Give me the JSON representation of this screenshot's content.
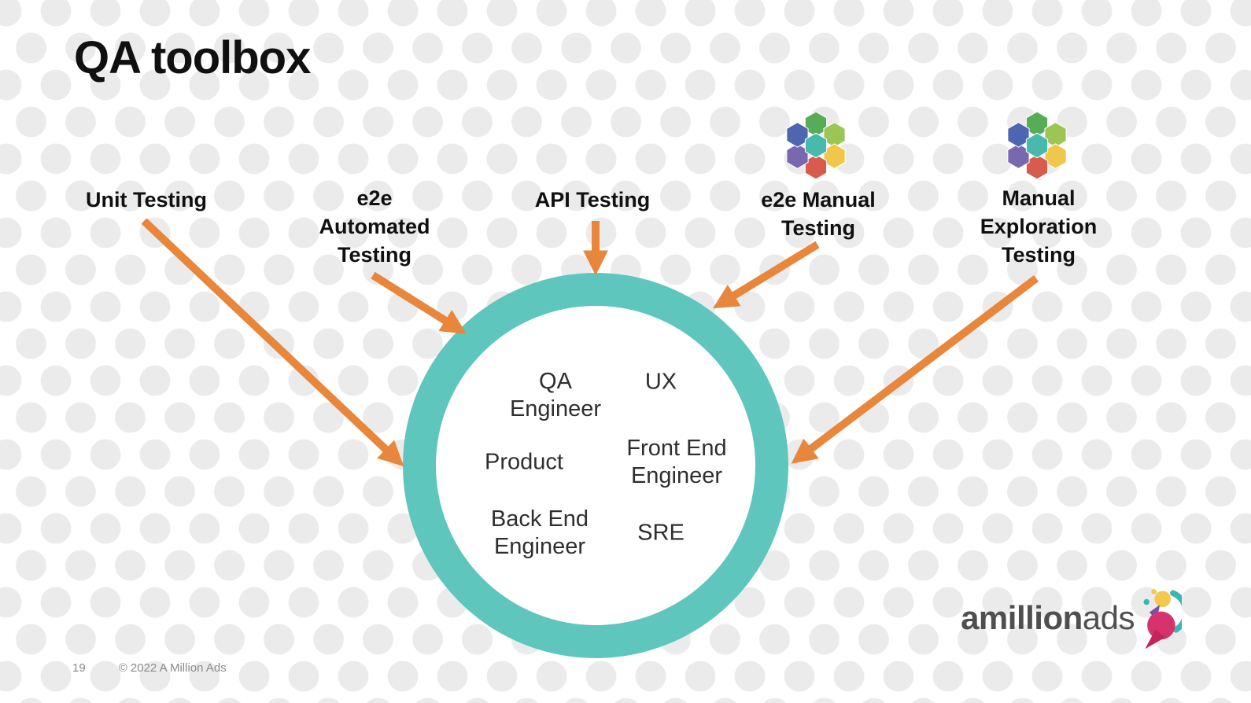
{
  "slide": {
    "title": "QA toolbox",
    "page_number": "19",
    "copyright": "© 2022 A Million Ads"
  },
  "methods": [
    {
      "label": "Unit Testing"
    },
    {
      "label": "e2e\nAutomated\nTesting"
    },
    {
      "label": "API Testing"
    },
    {
      "label": "e2e Manual\nTesting",
      "icon": "hexagon-cluster-icon"
    },
    {
      "label": "Manual\nExploration\nTesting",
      "icon": "hexagon-cluster-icon"
    }
  ],
  "roles": [
    "QA\nEngineer",
    "UX",
    "Product",
    "Front End\nEngineer",
    "Back End\nEngineer",
    "SRE"
  ],
  "logo": {
    "bold": "amillion",
    "light": "ads",
    "icon": "amillionads-mark-icon"
  },
  "colors": {
    "arrow": "#E8873B",
    "circle_ring": "#5FC6BD",
    "title_text": "#101010",
    "background_dots": "#EBEBEB",
    "footer_text": "#8A8A8A",
    "logo_text": "#4F4F4F"
  }
}
